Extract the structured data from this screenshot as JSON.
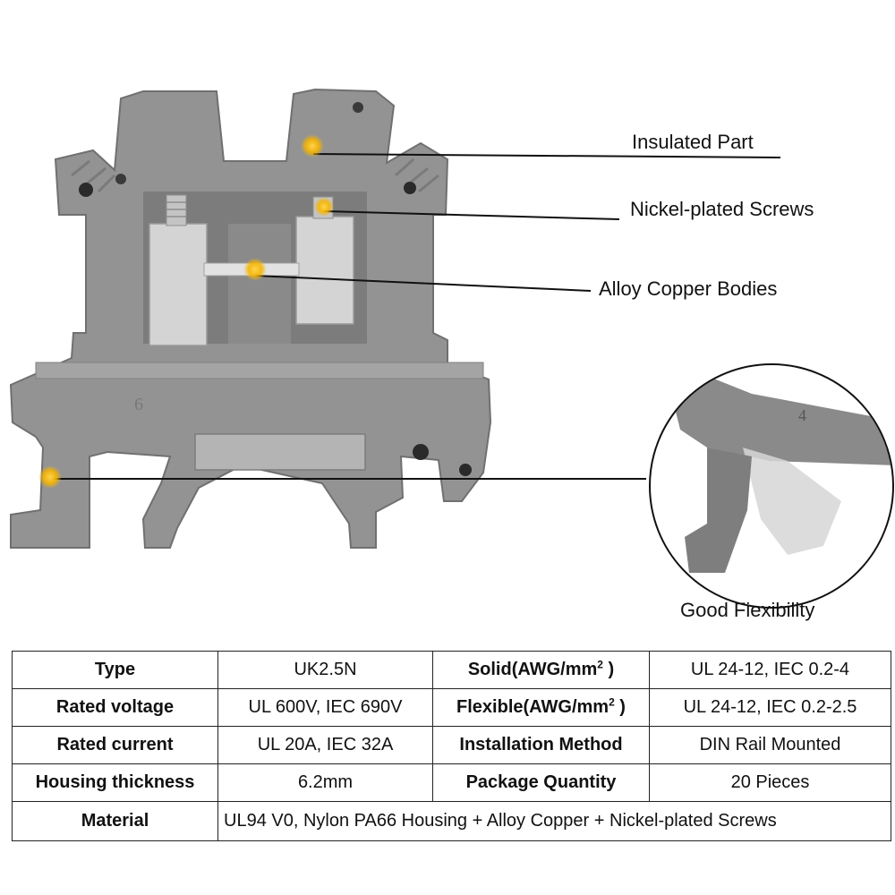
{
  "product_image": {
    "housing_number": "6",
    "zoom_housing_number": "4",
    "colors": {
      "housing": "#929292",
      "housing_dark": "#6e6e6e",
      "metal": "#cfcfcf",
      "marker": "#f7b500",
      "line": "#111111"
    }
  },
  "callouts": {
    "insulated_part": "Insulated Part",
    "nickel_plated_screws": "Nickel-plated Screws",
    "alloy_copper_bodies": "Alloy Copper Bodies",
    "good_flexibility": "Good Fiexibility"
  },
  "specs": {
    "rows": [
      {
        "k1": "Type",
        "v1": "UK2.5N",
        "k2_main": "Solid(AWG/mm",
        "k2_sup": "2",
        "k2_tail": " )",
        "v2": "UL 24-12, IEC 0.2-4"
      },
      {
        "k1": "Rated voltage",
        "v1": "UL 600V, IEC 690V",
        "k2_main": "Flexible(AWG/mm",
        "k2_sup": "2",
        "k2_tail": " )",
        "v2": "UL 24-12, IEC 0.2-2.5"
      },
      {
        "k1": "Rated current",
        "v1": "UL 20A, IEC 32A",
        "k2_main": "Installation Method",
        "k2_sup": "",
        "k2_tail": "",
        "v2": "DIN Rail Mounted"
      },
      {
        "k1": "Housing thickness",
        "v1": "6.2mm",
        "k2_main": "Package Quantity",
        "k2_sup": "",
        "k2_tail": "",
        "v2": "20 Pieces"
      }
    ],
    "material": {
      "k": "Material",
      "v": "UL94 V0, Nylon PA66 Housing + Alloy Copper + Nickel-plated Screws"
    }
  }
}
